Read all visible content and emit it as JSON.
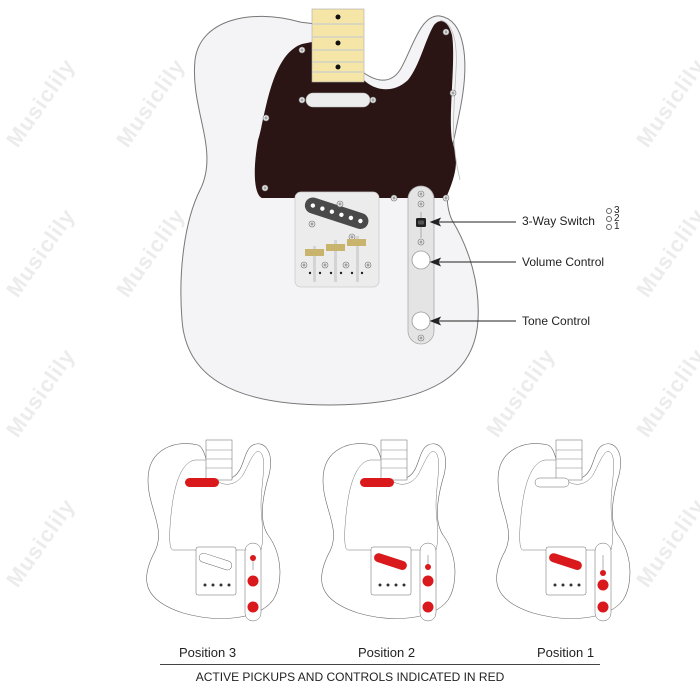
{
  "watermark": {
    "text": "Musiclily"
  },
  "main_diagram": {
    "callouts": [
      {
        "id": "three-way-switch",
        "label": "3-Way Switch"
      },
      {
        "id": "volume-control",
        "label": "Volume Control"
      },
      {
        "id": "tone-control",
        "label": "Tone Control"
      }
    ],
    "switch_positions": [
      "3",
      "2",
      "1"
    ]
  },
  "positions": [
    {
      "label": "Position 3",
      "neck_active": true,
      "bridge_active": false
    },
    {
      "label": "Position 2",
      "neck_active": true,
      "bridge_active": true
    },
    {
      "label": "Position 1",
      "neck_active": false,
      "bridge_active": true
    }
  ],
  "footer": {
    "caption": "ACTIVE PICKUPS AND CONTROLS INDICATED IN RED"
  },
  "colors": {
    "active": "#d9191c",
    "pickguard": "#2a1414",
    "body": "#f4f4f6",
    "maple": "#f5e6a8",
    "chrome": "#e4e4e4"
  }
}
